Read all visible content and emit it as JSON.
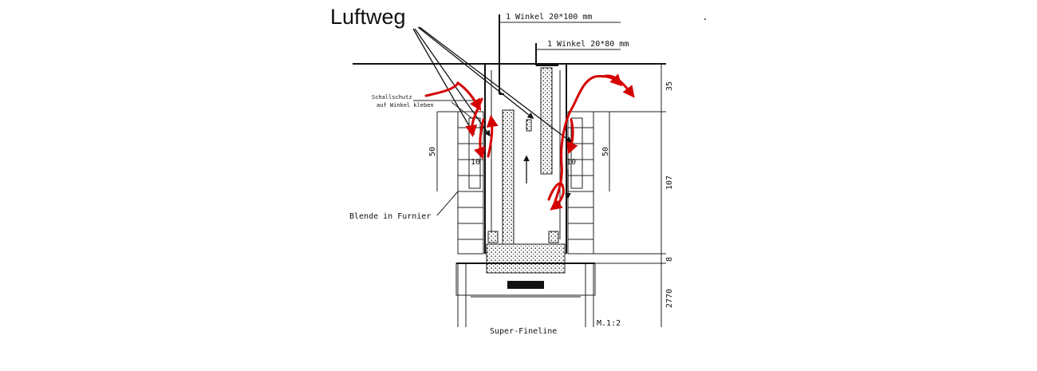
{
  "labels": {
    "main": "Luftweg",
    "angle_top": "1 Winkel 20*100 mm",
    "angle_second": "1 Winkel 20*80 mm",
    "protection_line1": "Schallschutz",
    "protection_line2": "auf Winkel kleben",
    "trim": "Blende in Furnier",
    "product": "Super-Fineline",
    "scale": "M.1:2"
  },
  "dimensions": {
    "d35": "35",
    "d107": "107",
    "d8": "8",
    "d2770": "2770",
    "d50_left": "50",
    "d50_right": "50",
    "d10_left": "10",
    "d10_right": "10"
  },
  "colors": {
    "airflow": "#d40000",
    "line": "#111111"
  }
}
